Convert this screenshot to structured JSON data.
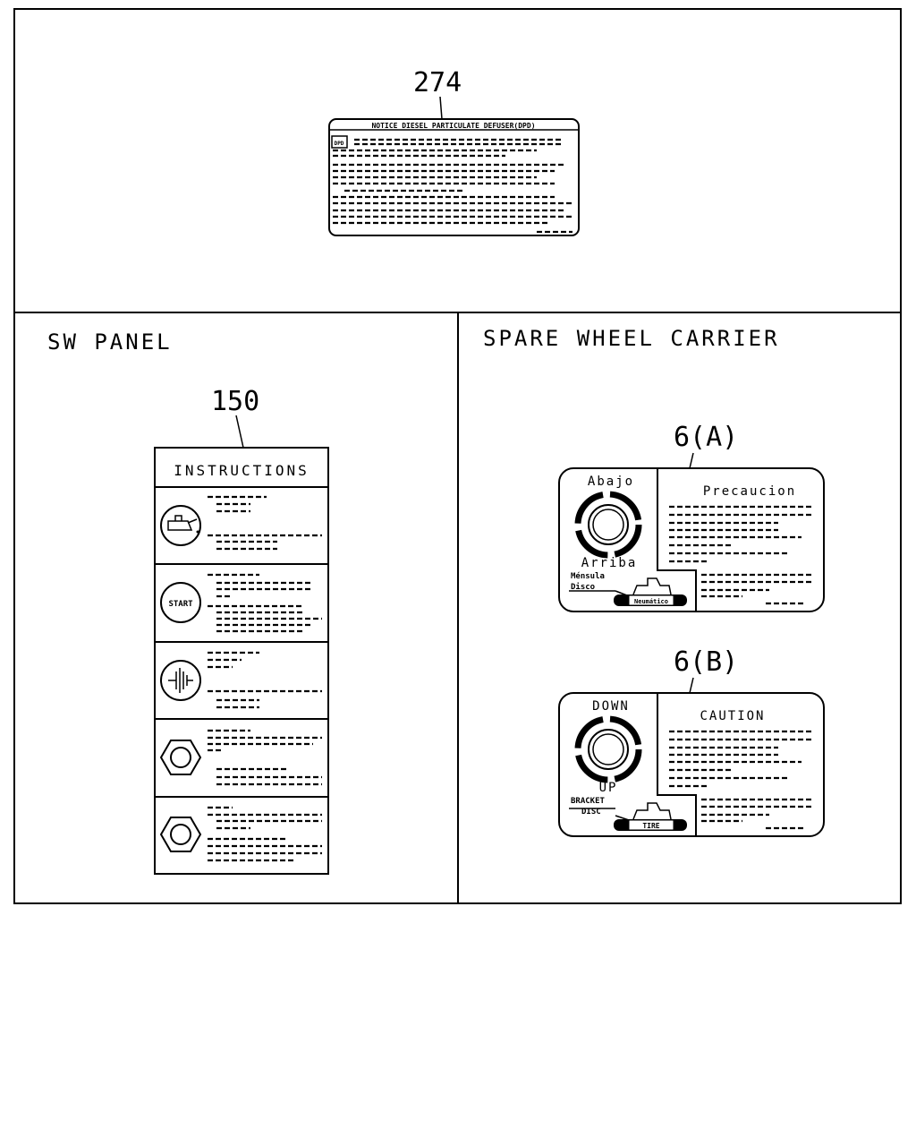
{
  "sections": {
    "top": {
      "callout": "274",
      "label_title": "NOTICE DIESEL PARTICULATE DEFUSER(DPD)",
      "badge": "DPD"
    },
    "sw_panel": {
      "title": "SW PANEL",
      "callout": "150",
      "header": "INSTRUCTIONS",
      "rows": [
        {
          "icon": "oil-can-icon",
          "text": ""
        },
        {
          "icon": "start-icon",
          "text": "START"
        },
        {
          "icon": "glow-plug-icon",
          "text": ""
        },
        {
          "icon": "hex-nut-icon",
          "text": ""
        },
        {
          "icon": "hex-nut-icon",
          "text": ""
        }
      ]
    },
    "spare_wheel": {
      "title": "SPARE WHEEL CARRIER",
      "label_a": {
        "callout": "6(A)",
        "up_label": "Abajo",
        "down_label": "Arriba",
        "heading": "Precaucion",
        "bracket": "Ménsula",
        "disc": "Disco",
        "tire": "Neumático"
      },
      "label_b": {
        "callout": "6(B)",
        "up_label": "DOWN",
        "down_label": "UP",
        "heading": "CAUTION",
        "bracket": "BRACKET",
        "disc": "DISC",
        "tire": "TIRE"
      }
    }
  }
}
